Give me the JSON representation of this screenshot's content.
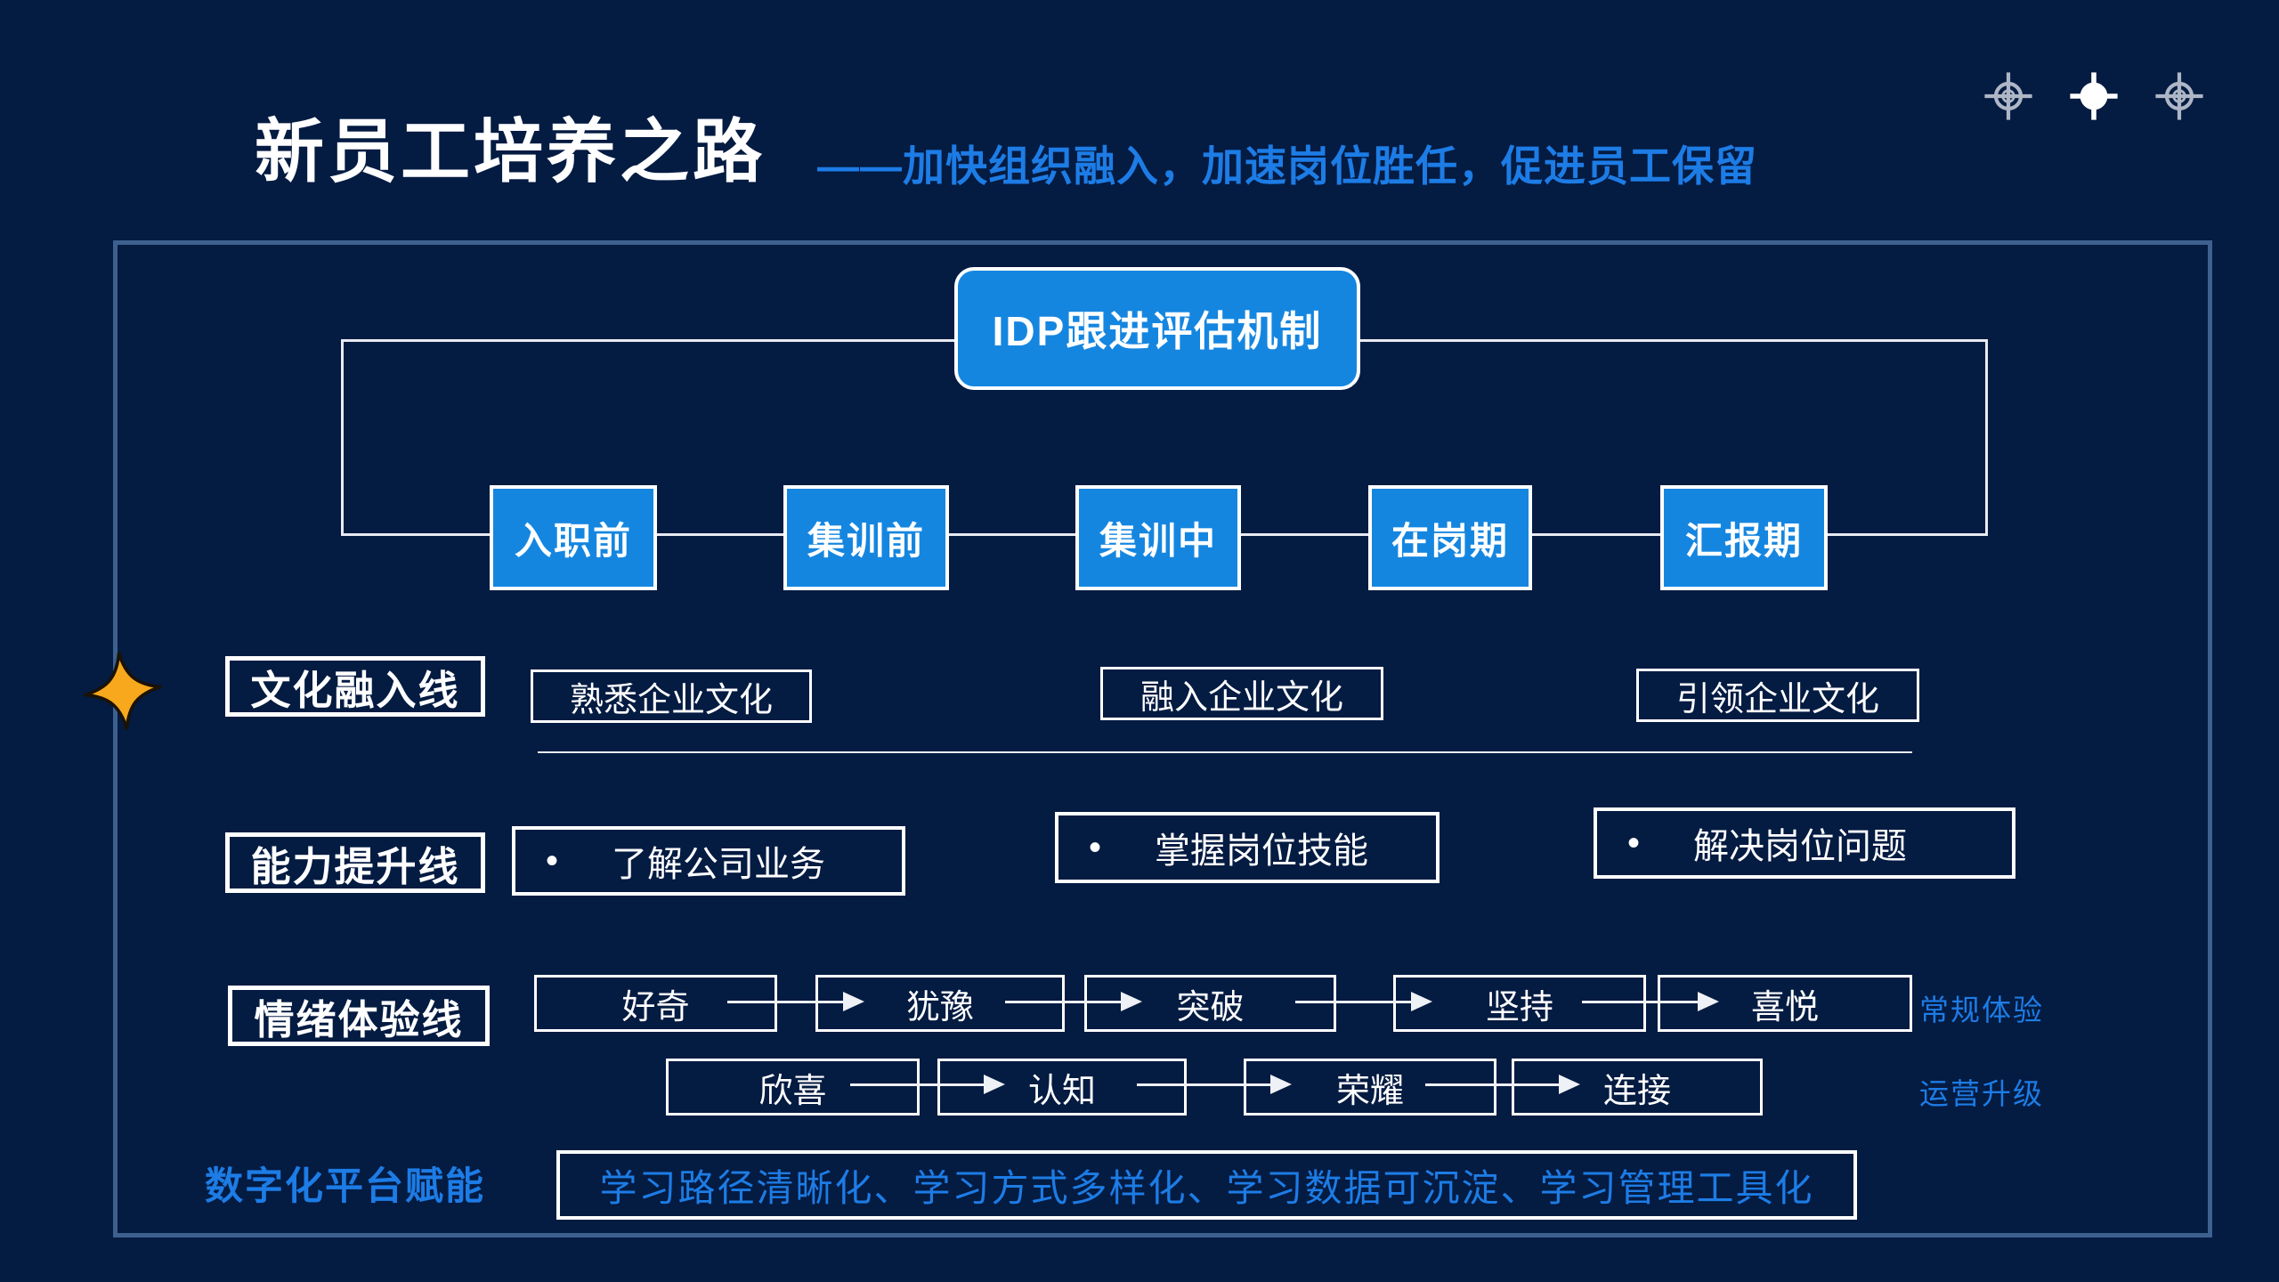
{
  "page": {
    "title": "新员工培养之路",
    "subtitle": "——加快组织融入，加速岗位胜任，促进员工保留"
  },
  "colors": {
    "background": "#041b42",
    "node_blue": "#1586e0",
    "accent_blue": "#1d7ce5",
    "panel_border": "#3d618f",
    "line_white": "#e8ebf1",
    "star_orange": "#f7a81d"
  },
  "decorations": {
    "icons": [
      "crosshair-icon",
      "target-dot-icon",
      "crosshair-icon"
    ]
  },
  "flow": {
    "idp": "IDP跟进评估机制",
    "stages": [
      "入职前",
      "集训前",
      "集训中",
      "在岗期",
      "汇报期"
    ]
  },
  "tracks": {
    "culture": {
      "label": "文化融入线",
      "items": [
        "熟悉企业文化",
        "融入企业文化",
        "引领企业文化"
      ]
    },
    "ability": {
      "label": "能力提升线",
      "bullet": "•",
      "items": [
        "了解公司业务",
        "掌握岗位技能",
        "解决岗位问题"
      ]
    },
    "emotion": {
      "label": "情绪体验线",
      "row1": {
        "items": [
          "好奇",
          "犹豫",
          "突破",
          "坚持",
          "喜悦"
        ],
        "tag": "常规体验"
      },
      "row2": {
        "items": [
          "欣喜",
          "认知",
          "荣耀",
          "连接"
        ],
        "tag": "运营升级"
      }
    }
  },
  "footer": {
    "label": "数字化平台赋能",
    "content": "学习路径清晰化、学习方式多样化、学习数据可沉淀、学习管理工具化"
  }
}
